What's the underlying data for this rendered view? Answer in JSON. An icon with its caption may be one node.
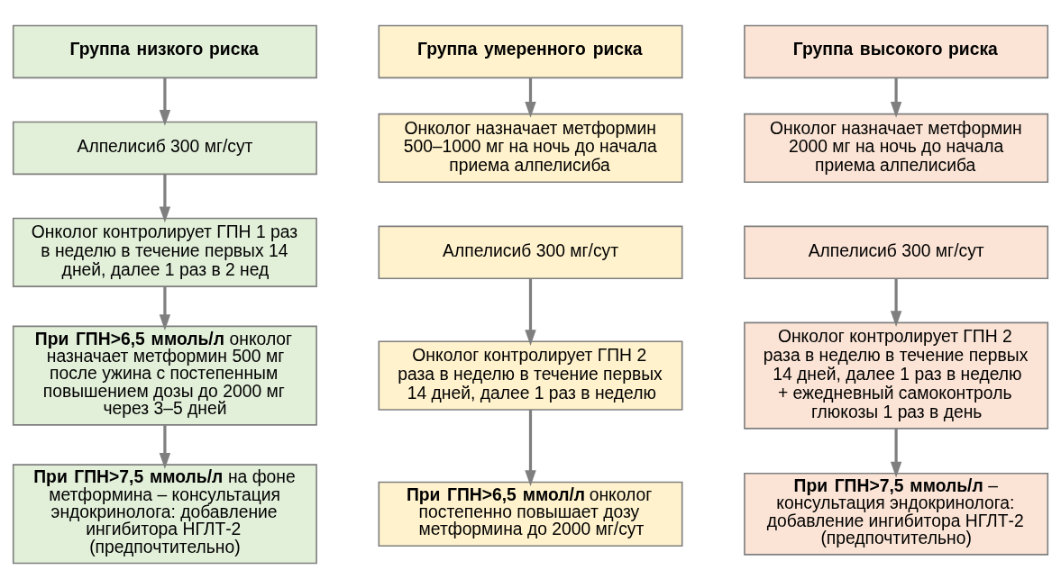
{
  "diagram": {
    "nodes": [
      {
        "text": [
          "Группа низкого риска"
        ]
      },
      {
        "text": [
          "Алпелисиб 300 мг/сут"
        ]
      },
      {
        "text": [
          "Онколог контролирует ГПН 1 раз в неделю в течение первых 14 дней, далее 1 раз в 2 нед"
        ]
      },
      {
        "text": [
          "**При ГПН>6,5 ммоль/л** онколог назначает метформин 500 мг после ужина с постепенным повышением дозы до 2000 мг через 3–5 дней"
        ]
      },
      {
        "text": [
          "**При ГПН>7,5 ммоль/л** на фоне метформина – консультация эндокринолога: добавление ингибитора НГЛТ-2 (предпочтительно)"
        ]
      },
      {
        "text": [
          "Группа умеренного риска"
        ]
      },
      {
        "text": [
          "Онколог назначает метформин 500–1000 мг на ночь до начала приема алпелисиба"
        ]
      },
      {
        "text": [
          "Алпелисиб 300 мг/сут"
        ]
      },
      {
        "text": [
          "Онколог контролирует ГПН 2 раза в неделю в течение первых 14 дней, далее 1 раз в неделю"
        ]
      },
      {
        "text": [
          "**При ГПН>6,5 ммол/л** онколог постепенно повышает дозу метформина до 2000 мг/сут"
        ]
      },
      {
        "text": [
          "Группа высокого риска"
        ]
      },
      {
        "text": [
          "Онколог назначает метформин 2000 мг на ночь до начала приема алпелисиба"
        ]
      },
      {
        "text": [
          "Алпелисиб 300 мг/сут"
        ]
      },
      {
        "text": [
          "Онколог контролирует ГПН 2 раза в неделю в течение первых 14 дней, далее 1 раз в неделю + ежедневный самоконтроль глюкозы 1 раз в день"
        ]
      },
      {
        "text": [
          "**При ГПН>7,5 ммоль/л** – консультация эндокринолога: добавление ингибитора НГЛТ-2 (предпочтительно)"
        ]
      }
    ],
    "edges": [
      {
        "from": 0,
        "to": 1,
        "arrow": "to"
      },
      {
        "from": 1,
        "to": 2,
        "arrow": "to"
      },
      {
        "from": 2,
        "to": 3,
        "arrow": "to"
      },
      {
        "from": 3,
        "to": 4,
        "arrow": "to"
      },
      {
        "from": 5,
        "to": 6,
        "arrow": "to"
      },
      {
        "from": 7,
        "to": 8,
        "arrow": "to"
      },
      {
        "from": 8,
        "to": 9,
        "arrow": "to"
      },
      {
        "from": 10,
        "to": 11,
        "arrow": "to"
      },
      {
        "from": 12,
        "to": 13,
        "arrow": "to"
      },
      {
        "from": 13,
        "to": 14,
        "arrow": "to"
      }
    ]
  }
}
